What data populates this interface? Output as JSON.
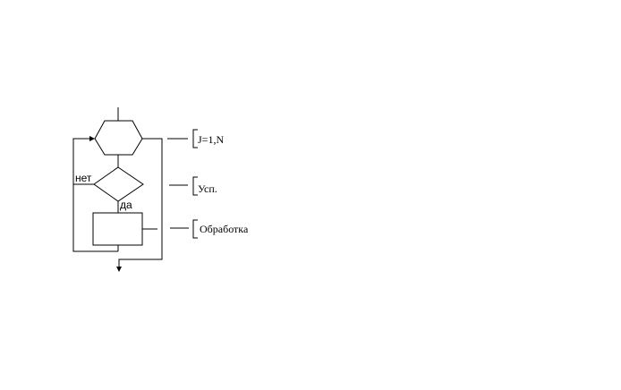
{
  "diagram": {
    "loop_header": {
      "comment": "J=1,N"
    },
    "condition": {
      "comment": "Усп.",
      "no_label": "нет",
      "yes_label": "да"
    },
    "process": {
      "comment": "Обработка"
    }
  }
}
